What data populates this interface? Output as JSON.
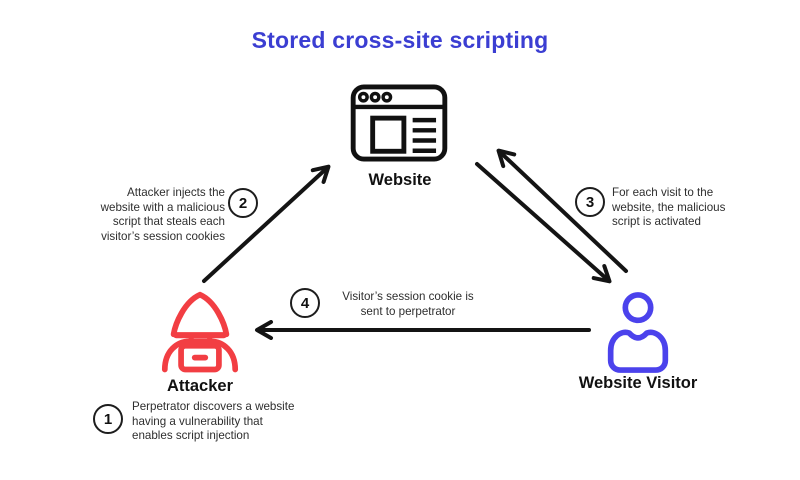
{
  "title": "Stored cross-site scripting",
  "colors": {
    "title": "#3b3ed2",
    "attacker": "#f23e43",
    "visitor": "#4b42ec",
    "line": "#141414",
    "icon": "#111111"
  },
  "nodes": {
    "website": {
      "label": "Website"
    },
    "attacker": {
      "label": "Attacker"
    },
    "visitor": {
      "label": "Website Visitor"
    }
  },
  "steps": {
    "s1": {
      "number": "1",
      "text": "Perpetrator discovers a website\nhaving a vulnerability that\nenables script injection"
    },
    "s2": {
      "number": "2",
      "text": "Attacker injects the\nwebsite with a malicious\nscript that steals each\nvisitor’s session cookies"
    },
    "s3": {
      "number": "3",
      "text": "For each visit to the\nwebsite, the malicious\nscript is activated"
    },
    "s4": {
      "number": "4",
      "text": "Visitor’s session cookie is\nsent to perpetrator"
    }
  }
}
